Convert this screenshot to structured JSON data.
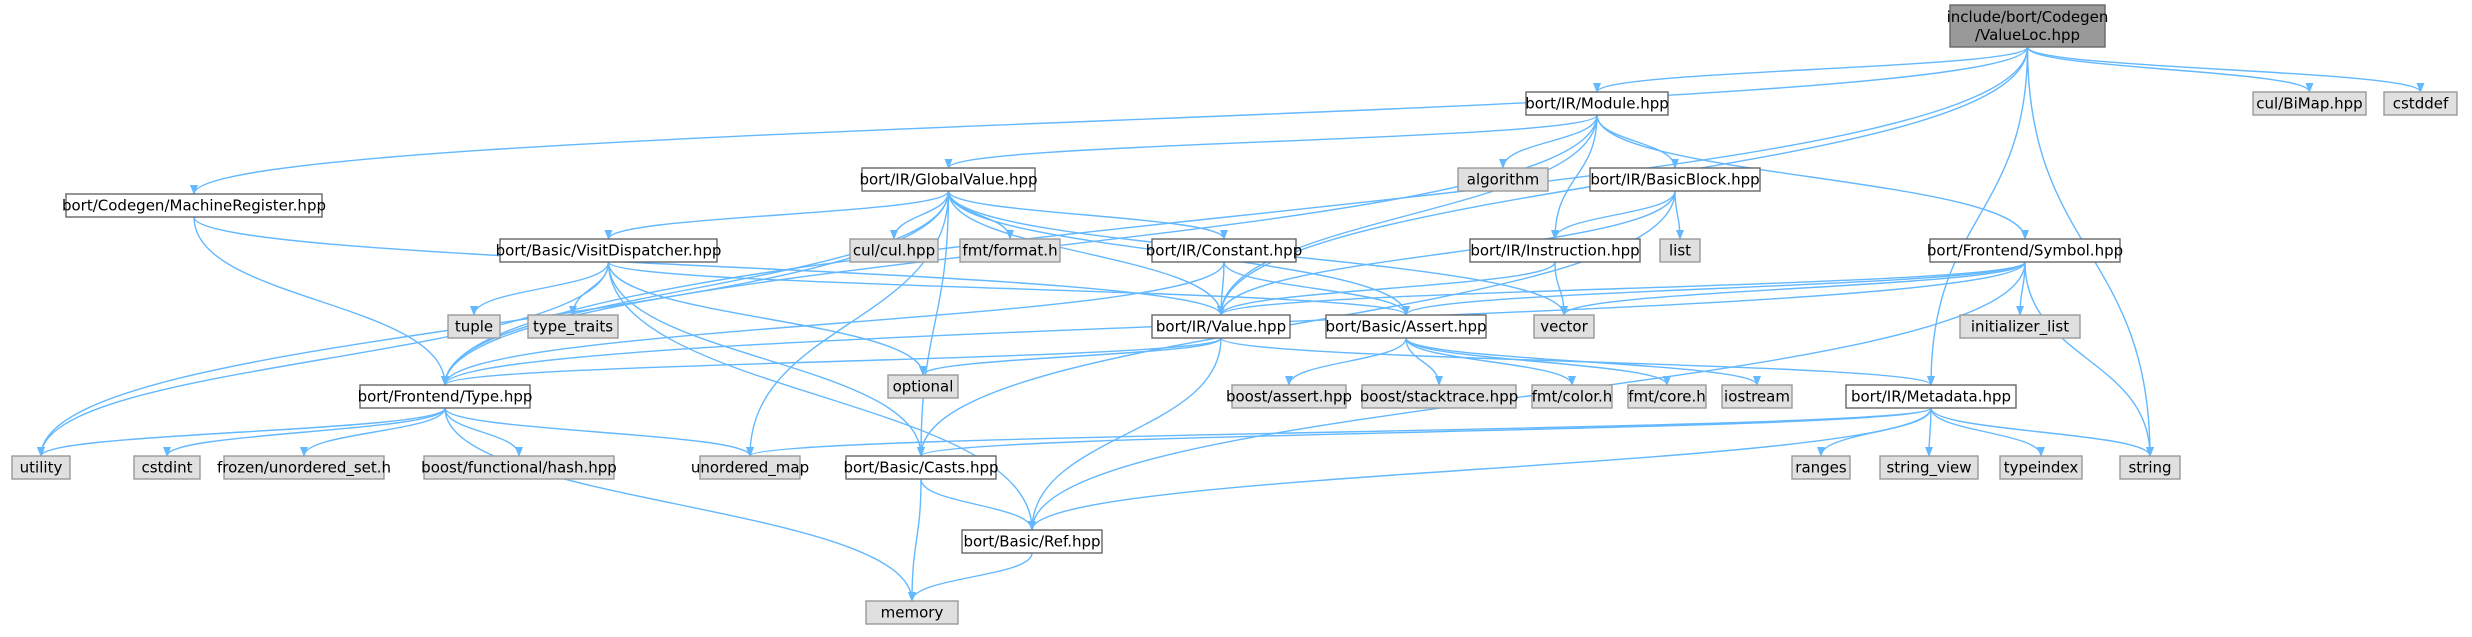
{
  "colors": {
    "root_fill": "#999999",
    "project_fill": "#ffffff",
    "project_border": "#666666",
    "external_fill": "#e0e0e0",
    "external_border": "#999999",
    "edge": "#63b8ff"
  },
  "nodes": [
    {
      "id": "root",
      "kind": "root",
      "lines": [
        "include/bort/Codegen",
        "/ValueLoc.hpp"
      ]
    },
    {
      "id": "module",
      "kind": "project",
      "lines": [
        "bort/IR/Module.hpp"
      ]
    },
    {
      "id": "bimap",
      "kind": "external",
      "lines": [
        "cul/BiMap.hpp"
      ]
    },
    {
      "id": "cstddef",
      "kind": "external",
      "lines": [
        "cstddef"
      ]
    },
    {
      "id": "globalvalue",
      "kind": "project",
      "lines": [
        "bort/IR/GlobalValue.hpp"
      ]
    },
    {
      "id": "algorithm",
      "kind": "external",
      "lines": [
        "algorithm"
      ]
    },
    {
      "id": "basicblock",
      "kind": "project",
      "lines": [
        "bort/IR/BasicBlock.hpp"
      ]
    },
    {
      "id": "machinereg",
      "kind": "project",
      "lines": [
        "bort/Codegen/MachineRegister.hpp"
      ]
    },
    {
      "id": "visitdispatcher",
      "kind": "project",
      "lines": [
        "bort/Basic/VisitDispatcher.hpp"
      ]
    },
    {
      "id": "culhpp",
      "kind": "external",
      "lines": [
        "cul/cul.hpp"
      ]
    },
    {
      "id": "fmtformat",
      "kind": "external",
      "lines": [
        "fmt/format.h"
      ]
    },
    {
      "id": "constant",
      "kind": "project",
      "lines": [
        "bort/IR/Constant.hpp"
      ]
    },
    {
      "id": "list",
      "kind": "external",
      "lines": [
        "list"
      ]
    },
    {
      "id": "instruction",
      "kind": "project",
      "lines": [
        "bort/IR/Instruction.hpp"
      ]
    },
    {
      "id": "symbol",
      "kind": "project",
      "lines": [
        "bort/Frontend/Symbol.hpp"
      ]
    },
    {
      "id": "tuple",
      "kind": "external",
      "lines": [
        "tuple"
      ]
    },
    {
      "id": "typetraits",
      "kind": "external",
      "lines": [
        "type_traits"
      ]
    },
    {
      "id": "irvalue",
      "kind": "project",
      "lines": [
        "bort/IR/Value.hpp"
      ]
    },
    {
      "id": "assert",
      "kind": "project",
      "lines": [
        "bort/Basic/Assert.hpp"
      ]
    },
    {
      "id": "vector",
      "kind": "external",
      "lines": [
        "vector"
      ]
    },
    {
      "id": "initlist",
      "kind": "external",
      "lines": [
        "initializer_list"
      ]
    },
    {
      "id": "frontendtype",
      "kind": "project",
      "lines": [
        "bort/Frontend/Type.hpp"
      ]
    },
    {
      "id": "optional",
      "kind": "external",
      "lines": [
        "optional"
      ]
    },
    {
      "id": "boostassert",
      "kind": "external",
      "lines": [
        "boost/assert.hpp"
      ]
    },
    {
      "id": "stacktrace",
      "kind": "external",
      "lines": [
        "boost/stacktrace.hpp"
      ]
    },
    {
      "id": "fmtcolor",
      "kind": "external",
      "lines": [
        "fmt/color.h"
      ]
    },
    {
      "id": "fmtcore",
      "kind": "external",
      "lines": [
        "fmt/core.h"
      ]
    },
    {
      "id": "iostream",
      "kind": "external",
      "lines": [
        "iostream"
      ]
    },
    {
      "id": "metadata",
      "kind": "project",
      "lines": [
        "bort/IR/Metadata.hpp"
      ]
    },
    {
      "id": "utility",
      "kind": "external",
      "lines": [
        "utility"
      ]
    },
    {
      "id": "cstdint",
      "kind": "external",
      "lines": [
        "cstdint"
      ]
    },
    {
      "id": "frozenset",
      "kind": "external",
      "lines": [
        "frozen/unordered_set.h"
      ]
    },
    {
      "id": "boosthash",
      "kind": "external",
      "lines": [
        "boost/functional/hash.hpp"
      ]
    },
    {
      "id": "unorderedmap",
      "kind": "external",
      "lines": [
        "unordered_map"
      ]
    },
    {
      "id": "casts",
      "kind": "project",
      "lines": [
        "bort/Basic/Casts.hpp"
      ]
    },
    {
      "id": "ranges",
      "kind": "external",
      "lines": [
        "ranges"
      ]
    },
    {
      "id": "stringview",
      "kind": "external",
      "lines": [
        "string_view"
      ]
    },
    {
      "id": "typeindex",
      "kind": "external",
      "lines": [
        "typeindex"
      ]
    },
    {
      "id": "string",
      "kind": "external",
      "lines": [
        "string"
      ]
    },
    {
      "id": "ref",
      "kind": "project",
      "lines": [
        "bort/Basic/Ref.hpp"
      ]
    },
    {
      "id": "memory",
      "kind": "external",
      "lines": [
        "memory"
      ]
    }
  ],
  "edges": [
    [
      "root",
      "module"
    ],
    [
      "root",
      "bimap"
    ],
    [
      "root",
      "cstddef"
    ],
    [
      "root",
      "machinereg"
    ],
    [
      "root",
      "frontendtype"
    ],
    [
      "root",
      "irvalue"
    ],
    [
      "root",
      "metadata"
    ],
    [
      "root",
      "string"
    ],
    [
      "module",
      "globalvalue"
    ],
    [
      "module",
      "algorithm"
    ],
    [
      "module",
      "basicblock"
    ],
    [
      "module",
      "instruction"
    ],
    [
      "module",
      "symbol"
    ],
    [
      "module",
      "irvalue"
    ],
    [
      "module",
      "frontendtype"
    ],
    [
      "globalvalue",
      "visitdispatcher"
    ],
    [
      "globalvalue",
      "culhpp"
    ],
    [
      "globalvalue",
      "fmtformat"
    ],
    [
      "globalvalue",
      "constant"
    ],
    [
      "globalvalue",
      "irvalue"
    ],
    [
      "globalvalue",
      "assert"
    ],
    [
      "globalvalue",
      "frontendtype"
    ],
    [
      "globalvalue",
      "utility"
    ],
    [
      "globalvalue",
      "vector"
    ],
    [
      "globalvalue",
      "unorderedmap"
    ],
    [
      "globalvalue",
      "casts"
    ],
    [
      "basicblock",
      "list"
    ],
    [
      "basicblock",
      "instruction"
    ],
    [
      "basicblock",
      "irvalue"
    ],
    [
      "basicblock",
      "casts"
    ],
    [
      "machinereg",
      "irvalue"
    ],
    [
      "machinereg",
      "frontendtype"
    ],
    [
      "visitdispatcher",
      "tuple"
    ],
    [
      "visitdispatcher",
      "typetraits"
    ],
    [
      "visitdispatcher",
      "assert"
    ],
    [
      "visitdispatcher",
      "optional"
    ],
    [
      "visitdispatcher",
      "casts"
    ],
    [
      "visitdispatcher",
      "ref"
    ],
    [
      "visitdispatcher",
      "utility"
    ],
    [
      "constant",
      "irvalue"
    ],
    [
      "constant",
      "assert"
    ],
    [
      "constant",
      "frontendtype"
    ],
    [
      "instruction",
      "irvalue"
    ],
    [
      "instruction",
      "vector"
    ],
    [
      "symbol",
      "irvalue"
    ],
    [
      "symbol",
      "assert"
    ],
    [
      "symbol",
      "vector"
    ],
    [
      "symbol",
      "initlist"
    ],
    [
      "symbol",
      "frontendtype"
    ],
    [
      "symbol",
      "string"
    ],
    [
      "symbol",
      "ref"
    ],
    [
      "irvalue",
      "frontendtype"
    ],
    [
      "irvalue",
      "metadata"
    ],
    [
      "irvalue",
      "optional"
    ],
    [
      "irvalue",
      "ref"
    ],
    [
      "assert",
      "boostassert"
    ],
    [
      "assert",
      "stacktrace"
    ],
    [
      "assert",
      "fmtcolor"
    ],
    [
      "assert",
      "fmtcore"
    ],
    [
      "assert",
      "iostream"
    ],
    [
      "frontendtype",
      "utility"
    ],
    [
      "frontendtype",
      "cstdint"
    ],
    [
      "frontendtype",
      "frozenset"
    ],
    [
      "frontendtype",
      "boosthash"
    ],
    [
      "frontendtype",
      "unorderedmap"
    ],
    [
      "frontendtype",
      "memory"
    ],
    [
      "metadata",
      "unorderedmap"
    ],
    [
      "metadata",
      "casts"
    ],
    [
      "metadata",
      "ranges"
    ],
    [
      "metadata",
      "stringview"
    ],
    [
      "metadata",
      "typeindex"
    ],
    [
      "metadata",
      "string"
    ],
    [
      "metadata",
      "ref"
    ],
    [
      "casts",
      "ref"
    ],
    [
      "casts",
      "memory"
    ],
    [
      "ref",
      "memory"
    ]
  ]
}
